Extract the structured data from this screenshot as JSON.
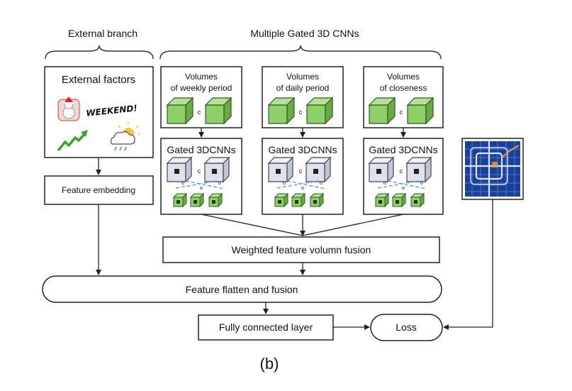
{
  "headers": {
    "external": "External branch",
    "cnns": "Multiple Gated 3D CNNs"
  },
  "external_box": {
    "title": "External factors",
    "weekend_text": "WEEKEND!"
  },
  "feature_embedding": "Feature embedding",
  "volumes": [
    {
      "line1": "Volumes",
      "line2": "of weekly period"
    },
    {
      "line1": "Volumes",
      "line2": "of daily period"
    },
    {
      "line1": "Volumes",
      "line2": "of closeness"
    }
  ],
  "concat_symbol": "c",
  "small_symbol": "o",
  "gated_title": "Gated 3DCNNs",
  "weighted_fusion": "Weighted feature volumn fusion",
  "flatten_fusion": "Feature flatten and fusion",
  "fully_connected": "Fully connected layer",
  "loss": "Loss",
  "caption": "(b)",
  "colors": {
    "cube_front": "#8fcf6a",
    "cube_side": "#6aa84a",
    "gray_cube": "#d5dce8",
    "dashed_line": "#4a8fd0",
    "map_bg": "#1c3f9a",
    "map_line": "#d9e6ff",
    "route": "#f0a030"
  }
}
